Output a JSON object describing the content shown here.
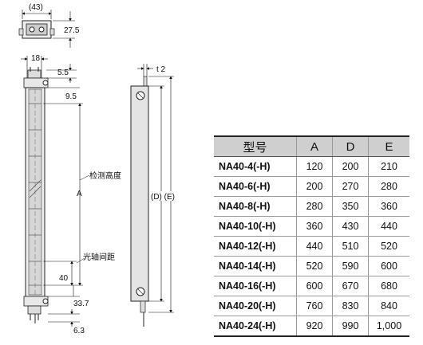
{
  "dimensions": {
    "top_width": "(43)",
    "top_height": "27.5",
    "side_width": "18",
    "offset_55": "5.5",
    "offset_95": "9.5",
    "offset_40": "40",
    "offset_337": "33.7",
    "offset_63": "6.3",
    "thickness": "t 2",
    "label_a": "A",
    "label_de": "(D) (E)"
  },
  "annotations": {
    "detection_height": "检测高度",
    "beam_pitch": "光轴间距"
  },
  "table": {
    "headers": [
      "型号",
      "A",
      "D",
      "E"
    ],
    "rows": [
      {
        "model": "NA40-4(-H)",
        "a": "120",
        "d": "200",
        "e": "210"
      },
      {
        "model": "NA40-6(-H)",
        "a": "200",
        "d": "270",
        "e": "280"
      },
      {
        "model": "NA40-8(-H)",
        "a": "280",
        "d": "350",
        "e": "360"
      },
      {
        "model": "NA40-10(-H)",
        "a": "360",
        "d": "430",
        "e": "440"
      },
      {
        "model": "NA40-12(-H)",
        "a": "440",
        "d": "510",
        "e": "520"
      },
      {
        "model": "NA40-14(-H)",
        "a": "520",
        "d": "590",
        "e": "600"
      },
      {
        "model": "NA40-16(-H)",
        "a": "600",
        "d": "670",
        "e": "680"
      },
      {
        "model": "NA40-20(-H)",
        "a": "760",
        "d": "830",
        "e": "840"
      },
      {
        "model": "NA40-24(-H)",
        "a": "920",
        "d": "990",
        "e": "1,000"
      }
    ]
  }
}
